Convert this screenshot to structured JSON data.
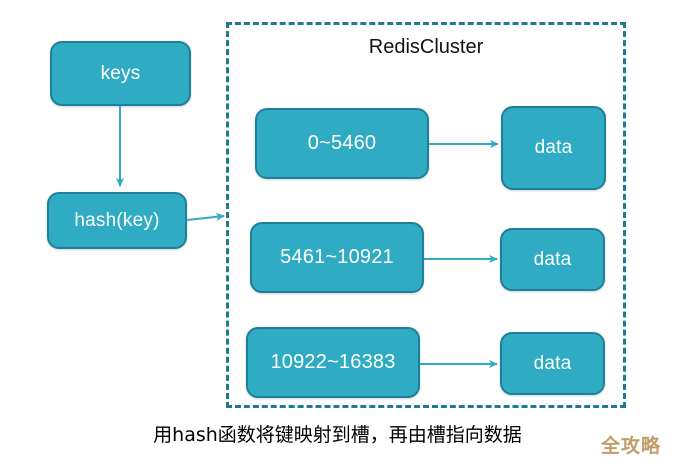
{
  "diagram": {
    "title": "RedisCluster",
    "caption": "用hash函数将键映射到槽，再由槽指向数据",
    "watermark": "全攻略",
    "colors": {
      "node_fill": "#2fabc4",
      "node_border": "#1d8099",
      "node_text": "#ffffff",
      "cluster_border": "#1f7a8c",
      "arrow": "#2fabc4",
      "background": "#ffffff",
      "caption_text": "#000000",
      "watermark_text": "#bf9d68"
    },
    "left_nodes": [
      {
        "id": "keys",
        "label": "keys"
      },
      {
        "id": "hash",
        "label": "hash(key)"
      }
    ],
    "cluster_rows": [
      {
        "slot_label": "0~5460",
        "data_label": "data"
      },
      {
        "slot_label": "5461~10921",
        "data_label": "data"
      },
      {
        "slot_label": "10922~16383",
        "data_label": "data"
      }
    ],
    "arrows": [
      {
        "id": "keys-to-hash",
        "from": "keys",
        "to": "hash",
        "direction": "down"
      },
      {
        "id": "hash-to-cluster",
        "from": "hash",
        "to": "cluster",
        "direction": "right"
      },
      {
        "id": "slot1-to-data1",
        "from": "slot-1",
        "to": "data-1",
        "direction": "right"
      },
      {
        "id": "slot2-to-data2",
        "from": "slot-2",
        "to": "data-2",
        "direction": "right"
      },
      {
        "id": "slot3-to-data3",
        "from": "slot-3",
        "to": "data-3",
        "direction": "right"
      }
    ]
  }
}
